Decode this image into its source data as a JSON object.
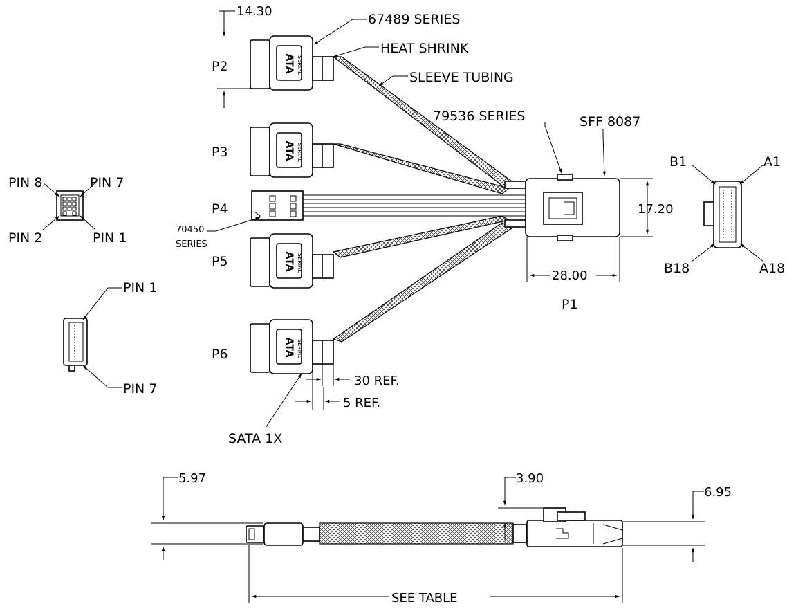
{
  "connectors": {
    "p1": "P1",
    "p2": "P2",
    "p3": "P3",
    "p4": "P4",
    "p5": "P5",
    "p6": "P6"
  },
  "callouts": {
    "series_67489": "67489 SERIES",
    "heat_shrink": "HEAT SHRINK",
    "sleeve_tubing": "SLEEVE TUBING",
    "series_79536": "79536 SERIES",
    "sff_8087": "SFF 8087",
    "series_70450_a": "70450",
    "series_70450_b": "SERIES",
    "sata_1x": "SATA 1X"
  },
  "pin_labels": {
    "pin8": "PIN 8",
    "pin7": "PIN 7",
    "pin2": "PIN 2",
    "pin1": "PIN 1",
    "sata_pin1": "PIN 1",
    "sata_pin7": "PIN 7",
    "b1": "B1",
    "a1": "A1",
    "b18": "B18",
    "a18": "A18"
  },
  "dimensions": {
    "d_14_30": "14.30",
    "d_17_20": "17.20",
    "d_28_00": "28.00",
    "d_30_ref": "30 REF.",
    "d_5_ref": "5 REF.",
    "d_5_97": "5.97",
    "d_3_90": "3.90",
    "d_6_95": "6.95",
    "see_table": "SEE TABLE"
  },
  "sata_logo": {
    "top": "SERIAL",
    "bottom": "ATA"
  }
}
